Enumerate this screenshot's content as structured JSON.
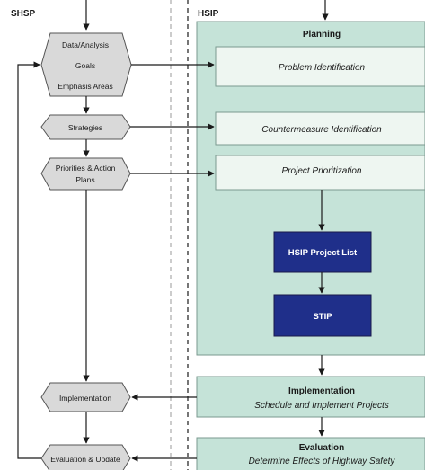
{
  "columns": {
    "left_title": "SHSP",
    "right_title": "HSIP"
  },
  "shsp": {
    "analysis_lines": [
      "Data/Analysis",
      "Goals",
      "Emphasis Areas"
    ],
    "strategies": "Strategies",
    "priorities_lines": [
      "Priorities & Action",
      "Plans"
    ],
    "implementation": "Implementation",
    "evaluation": "Evaluation & Update"
  },
  "hsip": {
    "planning_title": "Planning",
    "problem_identification": "Problem Identification",
    "countermeasure_identification": "Countermeasure Identification",
    "project_prioritization": "Project Prioritization",
    "project_list": "HSIP Project List",
    "stip": "STIP",
    "implementation_title": "Implementation",
    "implementation_subtitle": "Schedule and Implement Projects",
    "evaluation_title": "Evaluation",
    "evaluation_subtitle": "Determine Effects of Highway Safety"
  },
  "colors": {
    "hex_fill": "#d9d9d9",
    "planning_fill": "#c5e3d8",
    "light_box_fill": "#eef6f1",
    "dark_box_fill": "#1f2f8a",
    "line": "#1a1a1a"
  }
}
